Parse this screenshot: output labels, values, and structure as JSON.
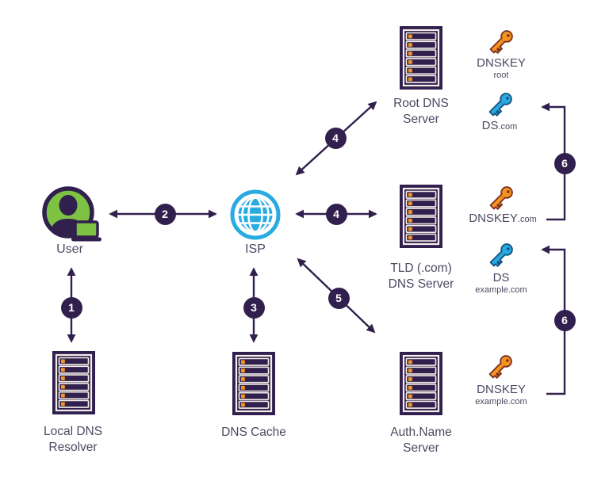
{
  "diagram": {
    "nodes": {
      "user": {
        "label": "User"
      },
      "isp": {
        "label": "ISP"
      },
      "local_resolver": {
        "line1": "Local DNS",
        "line2": "Resolver"
      },
      "dns_cache": {
        "label": "DNS Cache"
      },
      "root_server": {
        "line1": "Root DNS",
        "line2": "Server"
      },
      "tld_server": {
        "line1": "TLD (.com)",
        "line2": "DNS Server"
      },
      "auth_server": {
        "line1": "Auth.Name",
        "line2": "Server"
      }
    },
    "keys": {
      "dnskey_root": {
        "label": "DNSKEY",
        "sublabel": "root",
        "color": "#f7941e"
      },
      "ds_com": {
        "label": "DS",
        "suffix": ".com",
        "color": "#29abe2"
      },
      "dnskey_com": {
        "label": "DNSKEY",
        "suffix": ".com",
        "color": "#f7941e"
      },
      "ds_example": {
        "label": "DS",
        "sublabel": "example.com",
        "color": "#29abe2"
      },
      "dnskey_example": {
        "label": "DNSKEY",
        "sublabel": "example.com",
        "color": "#f7941e"
      }
    },
    "steps": {
      "user_resolver": "1",
      "user_isp": "2",
      "isp_cache": "3",
      "isp_root": "4",
      "isp_tld": "4",
      "isp_auth": "5",
      "chain_com": "6",
      "chain_example": "6"
    },
    "colors": {
      "primary_purple": "#31204e",
      "key_orange": "#f7941e",
      "key_blue": "#29abe2",
      "user_green": "#7dc242",
      "label_text": "#4f4862",
      "background": "#ffffff"
    }
  }
}
